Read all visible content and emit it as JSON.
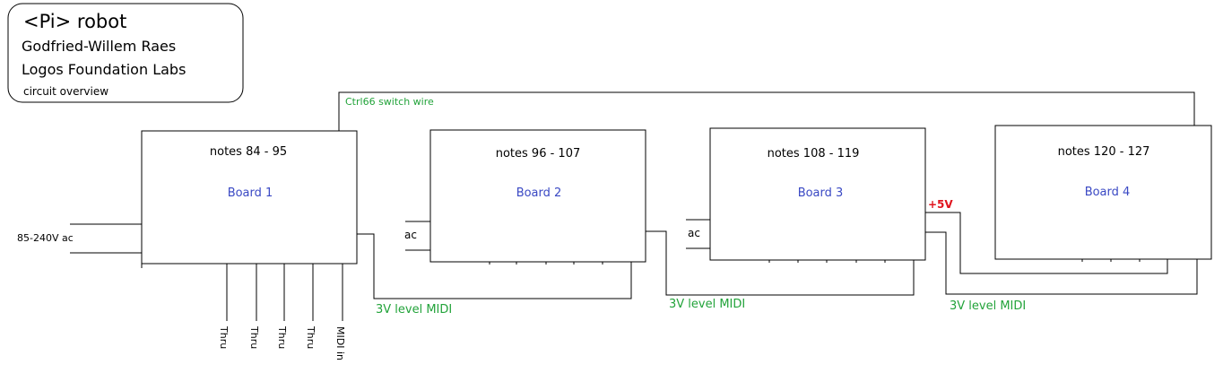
{
  "header": {
    "title": "<Pi> robot",
    "author": "Godfried-Willem Raes",
    "organization": "Logos Foundation Labs",
    "subtitle": "circuit overview"
  },
  "boards": [
    {
      "notes": "notes 84 - 95",
      "name": "Board 1"
    },
    {
      "notes": "notes 96 - 107",
      "name": "Board 2"
    },
    {
      "notes": "notes 108 - 119",
      "name": "Board 3"
    },
    {
      "notes": "notes 120 - 127",
      "name": "Board 4"
    }
  ],
  "labels": {
    "power_input": "85-240V ac",
    "ac": "ac",
    "plus5v": "+5V",
    "switch_wire": "Ctrl66 switch wire",
    "midi_level": "3V level MIDI",
    "thru": "Thru",
    "midi_in": "MIDI in"
  },
  "colors": {
    "board_label": "#3a49c4",
    "midi_label": "#22a33a",
    "power_label": "#e0141e"
  }
}
